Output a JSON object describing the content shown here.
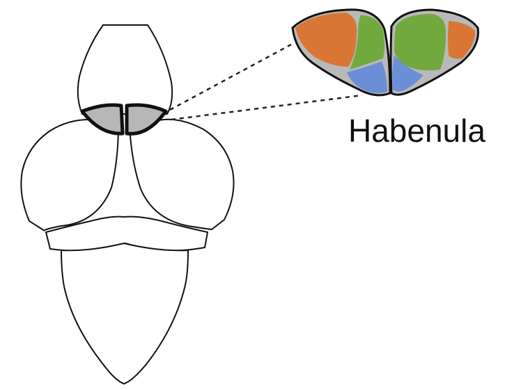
{
  "diagram": {
    "label": "Habenula",
    "colors": {
      "outline": "#111111",
      "brain_fill": "#ffffff",
      "habenula_small_fill": "#b7b7b7",
      "lateral_region": "#d97636",
      "medial_region": "#72a93f",
      "ventral_region": "#6b8fd6",
      "inset_background": "#b9b9b9",
      "leader_line": "#222222"
    },
    "regions": [
      "orange",
      "green",
      "blue"
    ]
  }
}
